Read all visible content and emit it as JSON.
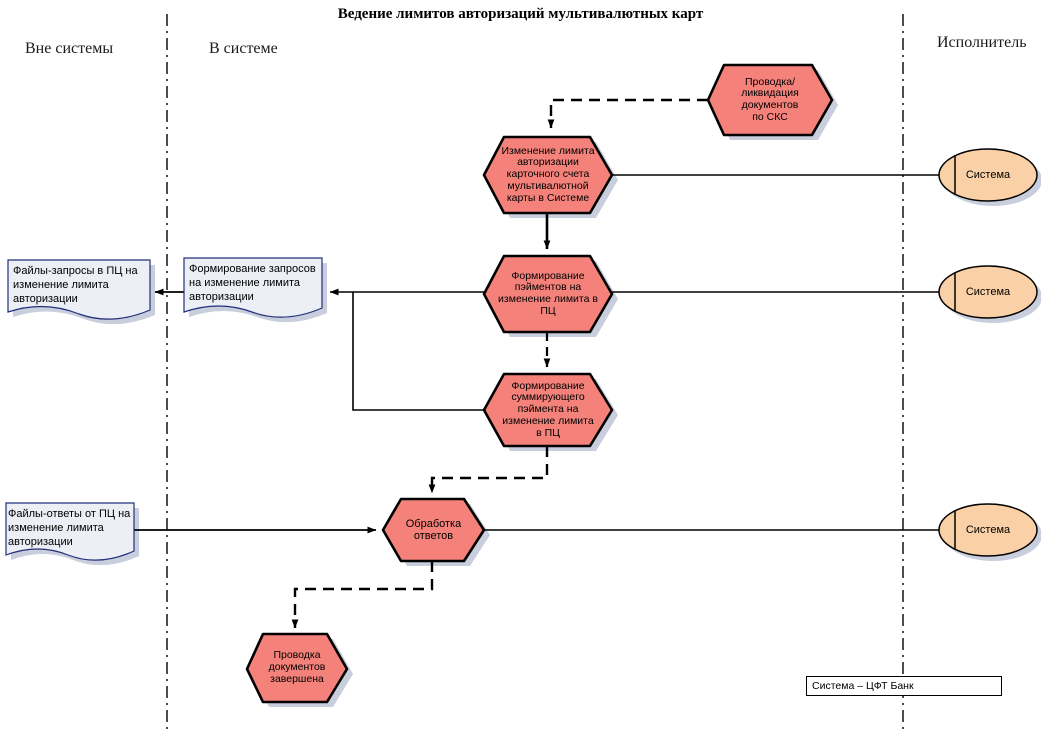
{
  "title": "Ведение лимитов авторизаций мультивалютных карт",
  "lanes": [
    {
      "id": "outside",
      "label": "Вне системы"
    },
    {
      "id": "inside",
      "label": "В системе"
    },
    {
      "id": "performer",
      "label": "Исполнитель"
    }
  ],
  "colors": {
    "process_fill": "#F4827B",
    "process_stroke": "#000000",
    "actor_fill": "#FAD0A6",
    "actor_stroke": "#000000",
    "document_fill": "#EDEFF7",
    "document_stroke": "#23307A",
    "connector": "#000000",
    "lane_divider": "#000000",
    "shadow": "#C9CEDD"
  },
  "processes": [
    {
      "id": "posting-liquidation-skc",
      "lines": [
        "Проводка/",
        "ликвидация",
        "документов",
        "по СКС"
      ]
    },
    {
      "id": "change-auth-limit",
      "lines": [
        "Изменение лимита",
        "авторизации",
        "карточного счета",
        "мультивалютной",
        "карты в Системе"
      ]
    },
    {
      "id": "form-payments",
      "lines": [
        "Формирование",
        "пэйментов на",
        "изменение лимита в",
        "ПЦ"
      ]
    },
    {
      "id": "form-summary-payment",
      "lines": [
        "Формирование",
        "суммирующего",
        "пэймента на",
        "изменение лимита",
        "в ПЦ"
      ]
    },
    {
      "id": "process-responses",
      "lines": [
        "Обработка",
        "ответов"
      ]
    },
    {
      "id": "posting-completed",
      "lines": [
        "Проводка",
        "документов",
        "завершена"
      ]
    }
  ],
  "documents": [
    {
      "id": "request-files-to-pc",
      "lines": [
        "Файлы-запросы в ПЦ на",
        "изменение лимита",
        "авторизации"
      ]
    },
    {
      "id": "forming-requests",
      "lines": [
        "Формирование запросов",
        "на изменение лимита",
        "авторизации"
      ]
    },
    {
      "id": "response-files-from-pc",
      "lines": [
        "Файлы-ответы от ПЦ на",
        "изменение лимита",
        "авторизации"
      ]
    }
  ],
  "actors": [
    {
      "id": "actor-top",
      "label": "Система"
    },
    {
      "id": "actor-middle",
      "label": "Система"
    },
    {
      "id": "actor-bottom",
      "label": "Система"
    }
  ],
  "legend": {
    "text": "Система – ЦФТ Банк"
  }
}
